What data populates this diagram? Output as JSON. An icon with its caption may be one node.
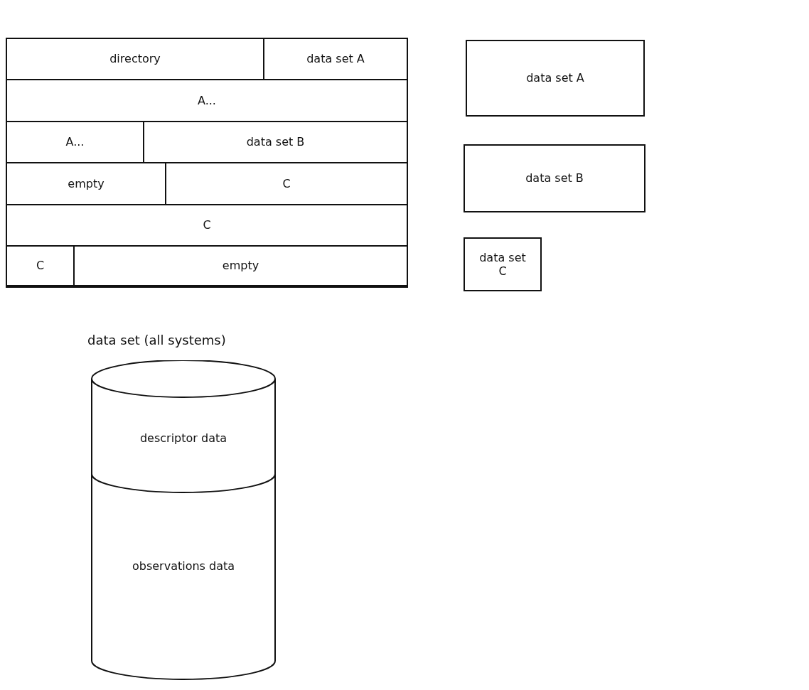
{
  "diagram": {
    "nodes": [
      {
        "text": [],
        "shape": "box"
      },
      {
        "text": [
          "directory"
        ],
        "in": 0
      },
      {
        "text": [
          "data set A"
        ],
        "in": 0
      },
      {
        "text": [
          "A..."
        ],
        "in": 0
      },
      {
        "text": [
          "A..."
        ],
        "in": 0
      },
      {
        "text": [
          "data set B"
        ],
        "in": 0
      },
      {
        "text": [
          "empty"
        ],
        "in": 0
      },
      {
        "text": [
          "C"
        ],
        "in": 0
      },
      {
        "text": [
          "C"
        ],
        "in": 0
      },
      {
        "text": [
          "C"
        ],
        "in": 0
      },
      {
        "text": [
          "empty"
        ],
        "in": 0
      },
      {
        "text": [
          "data set A"
        ]
      },
      {
        "text": [
          "data set B"
        ]
      },
      {
        "text": [
          "data set C"
        ]
      },
      {
        "text": [],
        "shape": "cylinder"
      },
      {
        "text": [
          "descriptor data"
        ],
        "in": 14
      },
      {
        "text": [
          "observations data"
        ],
        "in": 14
      }
    ],
    "edges": [],
    "labels": [
      "data set (all systems)"
    ]
  }
}
